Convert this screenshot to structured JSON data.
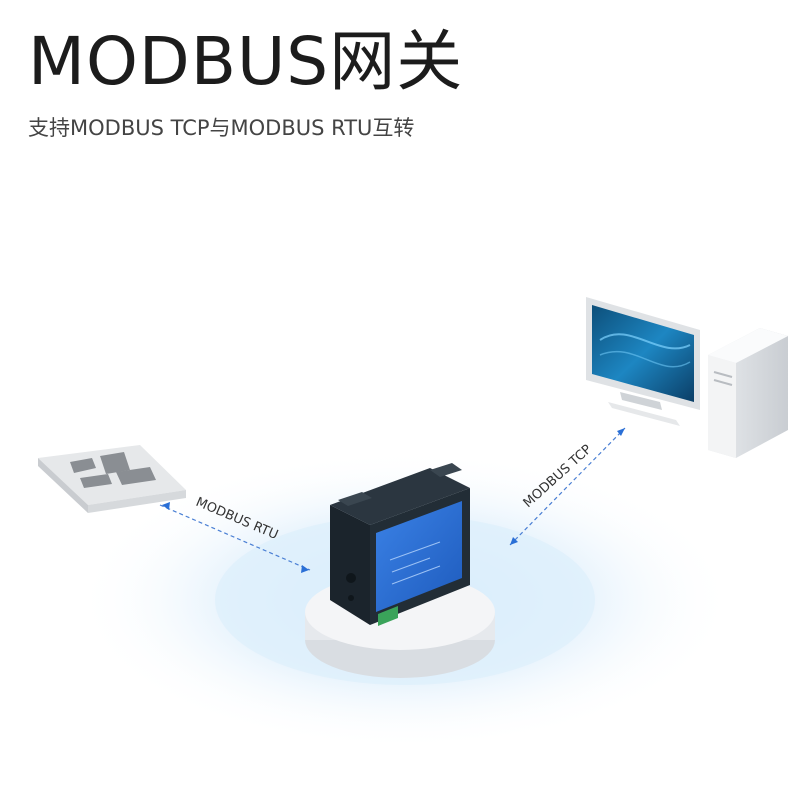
{
  "header": {
    "title": "MODBUS网关",
    "subtitle": "支持MODBUS TCP与MODBUS RTU互转"
  },
  "links": {
    "rtu_label": "MODBUS RTU",
    "tcp_label": "MODBUS TCP"
  },
  "colors": {
    "title": "#1c1c1c",
    "accent_blue": "#2a6fd6",
    "glow": "#cfe6fb",
    "gateway_body": "#1f2a33",
    "gateway_panel": "#2f73d9"
  },
  "icons": {
    "left_device": "rtu-device-icon",
    "right_device": "computer-workstation-icon",
    "center_device": "modbus-gateway-device"
  }
}
